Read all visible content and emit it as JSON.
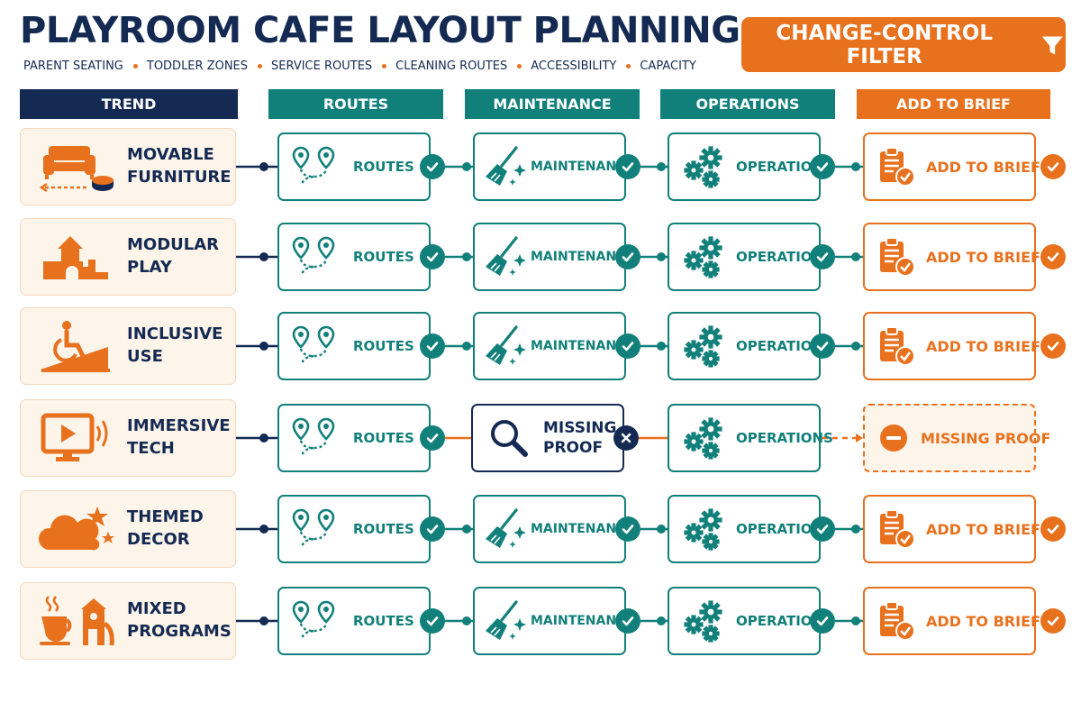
{
  "header": {
    "title": "PLAYROOM CAFE LAYOUT PLANNING",
    "tags": [
      "PARENT SEATING",
      "TODDLER ZONES",
      "SERVICE ROUTES",
      "CLEANING ROUTES",
      "ACCESSIBILITY",
      "CAPACITY"
    ],
    "filter_button": "CHANGE-CONTROL FILTER",
    "filter_icon": "funnel-icon"
  },
  "columns": [
    "TREND",
    "ROUTES",
    "MAINTENANCE",
    "OPERATIONS",
    "ADD TO BRIEF"
  ],
  "colors": {
    "navy": "#142a52",
    "teal": "#12807a",
    "orange": "#e8711e",
    "cream": "#fdf4ea"
  },
  "rows": [
    {
      "trend": "MOVABLE\nFURNITURE",
      "icon": "sofa-icon",
      "routes": "ROUTES",
      "maintenance": "MAINTENANCE",
      "maintenance_status": "ok",
      "operations": "OPERATIONS",
      "brief": "ADD TO BRIEF",
      "brief_status": "ok"
    },
    {
      "trend": "MODULAR\nPLAY",
      "icon": "play-blocks-icon",
      "routes": "ROUTES",
      "maintenance": "MAINTENANCE",
      "maintenance_status": "ok",
      "operations": "OPERATIONS",
      "brief": "ADD TO BRIEF",
      "brief_status": "ok"
    },
    {
      "trend": "INCLUSIVE\nUSE",
      "icon": "wheelchair-ramp-icon",
      "routes": "ROUTES",
      "maintenance": "MAINTENANCE",
      "maintenance_status": "ok",
      "operations": "OPERATIONS",
      "brief": "ADD TO BRIEF",
      "brief_status": "ok"
    },
    {
      "trend": "IMMERSIVE\nTECH",
      "icon": "screen-play-icon",
      "routes": "ROUTES",
      "maintenance": "MISSING\nPROOF",
      "maintenance_status": "missing",
      "operations": "OPERATIONS",
      "brief": "MISSING PROOF",
      "brief_status": "missing"
    },
    {
      "trend": "THEMED\nDECOR",
      "icon": "cloud-stars-icon",
      "routes": "ROUTES",
      "maintenance": "MAINTENANCE",
      "maintenance_status": "ok",
      "operations": "OPERATIONS",
      "brief": "ADD TO BRIEF",
      "brief_status": "ok"
    },
    {
      "trend": "MIXED\nPROGRAMS",
      "icon": "cup-playhouse-icon",
      "routes": "ROUTES",
      "maintenance": "MAINTENANCE",
      "maintenance_status": "ok",
      "operations": "OPERATIONS",
      "brief": "ADD TO BRIEF",
      "brief_status": "ok"
    }
  ]
}
